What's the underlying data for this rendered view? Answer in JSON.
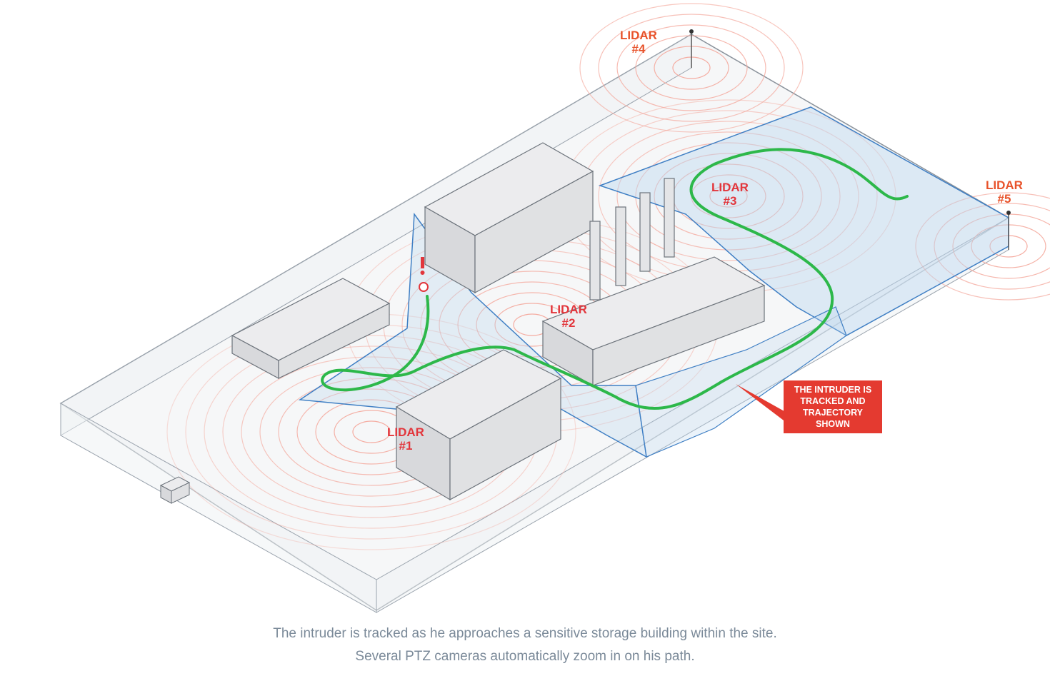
{
  "lidars": [
    {
      "id": "lidar-1",
      "label": "LIDAR\n#1",
      "color": "#e2363c"
    },
    {
      "id": "lidar-2",
      "label": "LIDAR\n#2",
      "color": "#e2363c"
    },
    {
      "id": "lidar-3",
      "label": "LIDAR\n#3",
      "color": "#e2363c"
    },
    {
      "id": "lidar-4",
      "label": "LIDAR\n#4",
      "color": "#e8532b"
    },
    {
      "id": "lidar-5",
      "label": "LIDAR\n#5",
      "color": "#e8532b"
    }
  ],
  "callout": {
    "text": "THE INTRUDER IS TRACKED AND TRAJECTORY SHOWN"
  },
  "caption": {
    "line1": "The intruder is tracked as he approaches a sensitive storage building within the site.",
    "line2": "Several PTZ cameras automatically zoom in on his path."
  },
  "colors": {
    "lidar_rings": "#f4a79b",
    "camera_zones": "#3f7fc4",
    "trajectory": "#2db84a",
    "fence": "#9aa3ad",
    "building": "#e3e4e6"
  }
}
